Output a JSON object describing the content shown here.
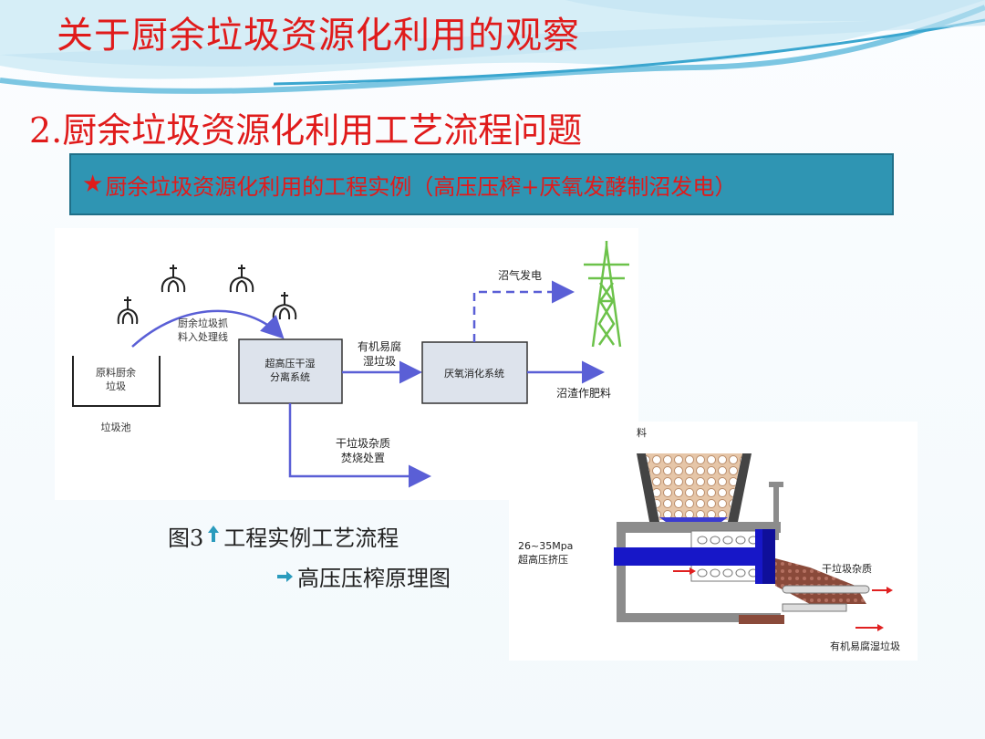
{
  "slide": {
    "title": "关于厨余垃圾资源化利用的观察",
    "subtitle": "2.厨余垃圾资源化利用工艺流程问题",
    "banner": {
      "star": "★",
      "text": "厨余垃圾资源化利用的工程实例（高压压榨+厌氧发酵制沼发电）"
    },
    "colors": {
      "title_red": "#e01b1b",
      "banner_bg": "#2f95b3",
      "flow_blue": "#5a5fd6",
      "pylon_green": "#6cc24a"
    }
  },
  "flow_diagram": {
    "pit_label": "原料厨余\n垃圾",
    "pit_caption": "垃圾池",
    "grab_label": "厨余垃圾抓\n料入处理线",
    "separator_label": "超高压干湿\n分离系统",
    "organic_label": "有机易腐\n湿垃圾",
    "digester_label": "厌氧消化系统",
    "biogas_label": "沼气发电",
    "residue_label": "沼渣作肥料",
    "dry_label": "干垃圾杂质\n焚烧处置",
    "icons": [
      "grab-claw-icon",
      "power-tower-icon"
    ]
  },
  "press_diagram": {
    "top_label": "料",
    "pressure_label": "26~35Mpa\n超高压挤压",
    "dry_out_label": "干垃圾杂质",
    "wet_out_label": "有机易腐湿垃圾"
  },
  "captions": {
    "fig_prefix": "图3",
    "up_arrow": "🡡",
    "fig_text": "工程实例工艺流程",
    "right_arrow": "➔",
    "press_text": "高压压榨原理图"
  }
}
